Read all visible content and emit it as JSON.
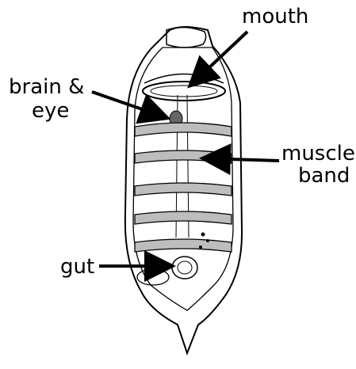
{
  "diagram": {
    "labels": {
      "mouth": "mouth",
      "brain_eye_line1": "brain &",
      "brain_eye_line2": "eye",
      "muscle_band_line1": "muscle",
      "muscle_band_line2": "band",
      "gut": "gut"
    },
    "colors": {
      "ink": "#000000",
      "muscle_fill": "#bdbdbd",
      "background": "#ffffff"
    }
  }
}
